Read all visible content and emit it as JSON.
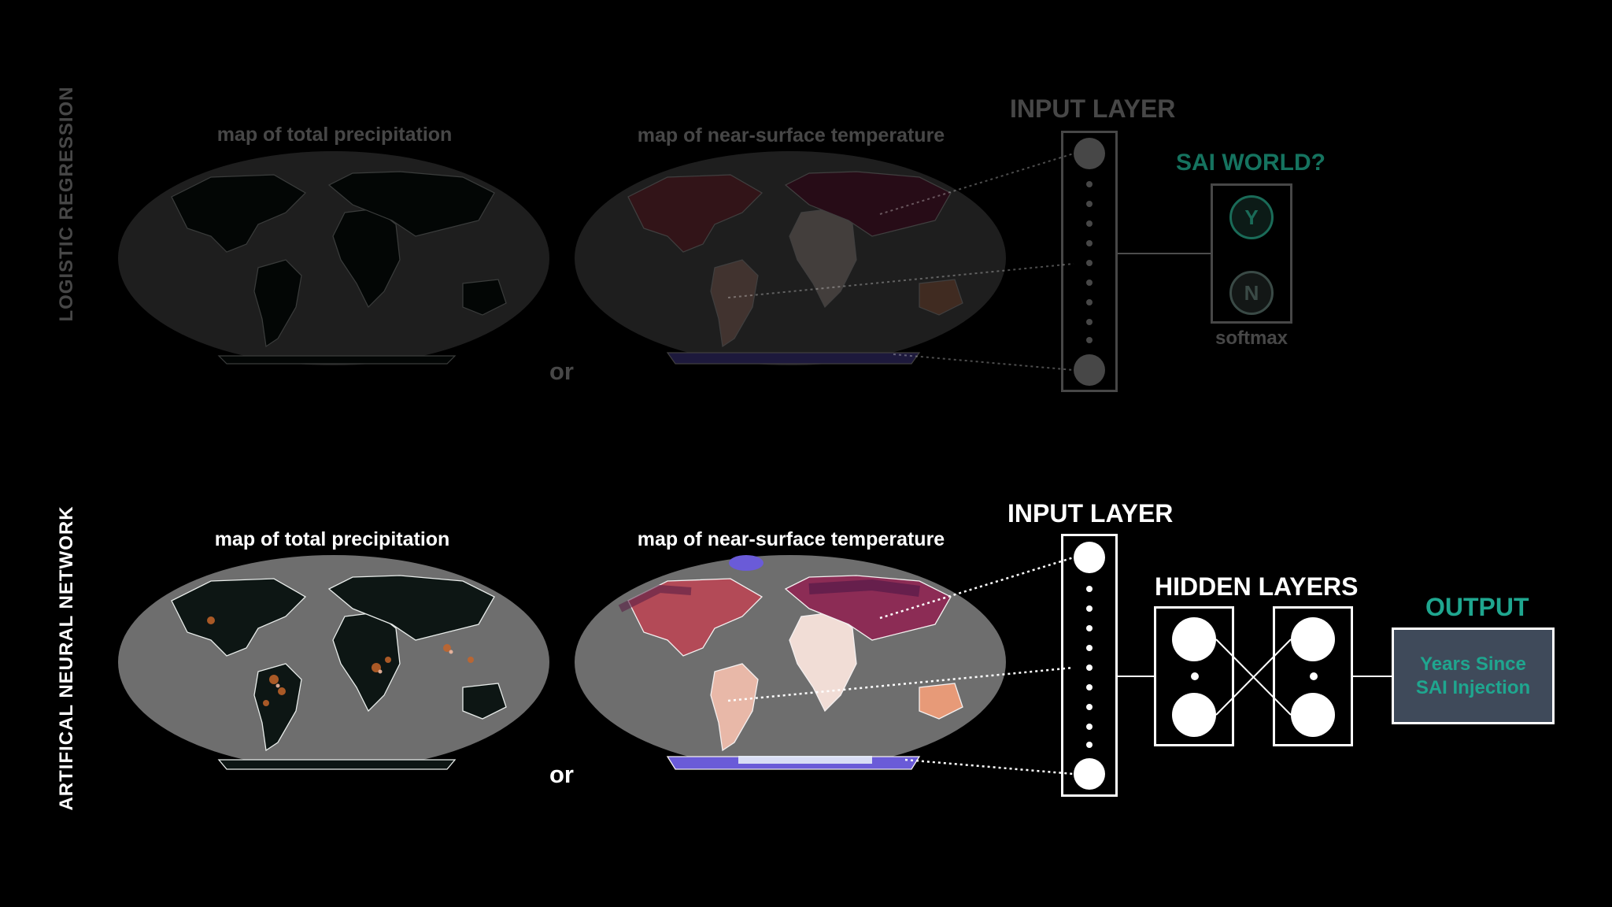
{
  "top": {
    "row_label": "LOGISTIC REGRESSION",
    "precip_title": "map of total precipitation",
    "temp_title": "map of near-surface temperature",
    "or_label": "or",
    "input_layer": "INPUT LAYER",
    "sai_title": "SAI WORLD?",
    "yes_node": "Y",
    "no_node": "N",
    "softmax": "softmax"
  },
  "bottom": {
    "row_label": "ARTIFICAL NEURAL NETWORK",
    "precip_title": "map of total precipitation",
    "temp_title": "map of near-surface temperature",
    "or_label": "or",
    "input_layer": "INPUT LAYER",
    "hidden_layers": "HIDDEN LAYERS",
    "output_title": "OUTPUT",
    "output_line1": "Years Since",
    "output_line2": "SAI Injection"
  },
  "colors": {
    "background": "#000000",
    "output_accent": "#1fa68f",
    "output_box": "#3f4a5a",
    "map_ocean": "#6e6e6e"
  }
}
